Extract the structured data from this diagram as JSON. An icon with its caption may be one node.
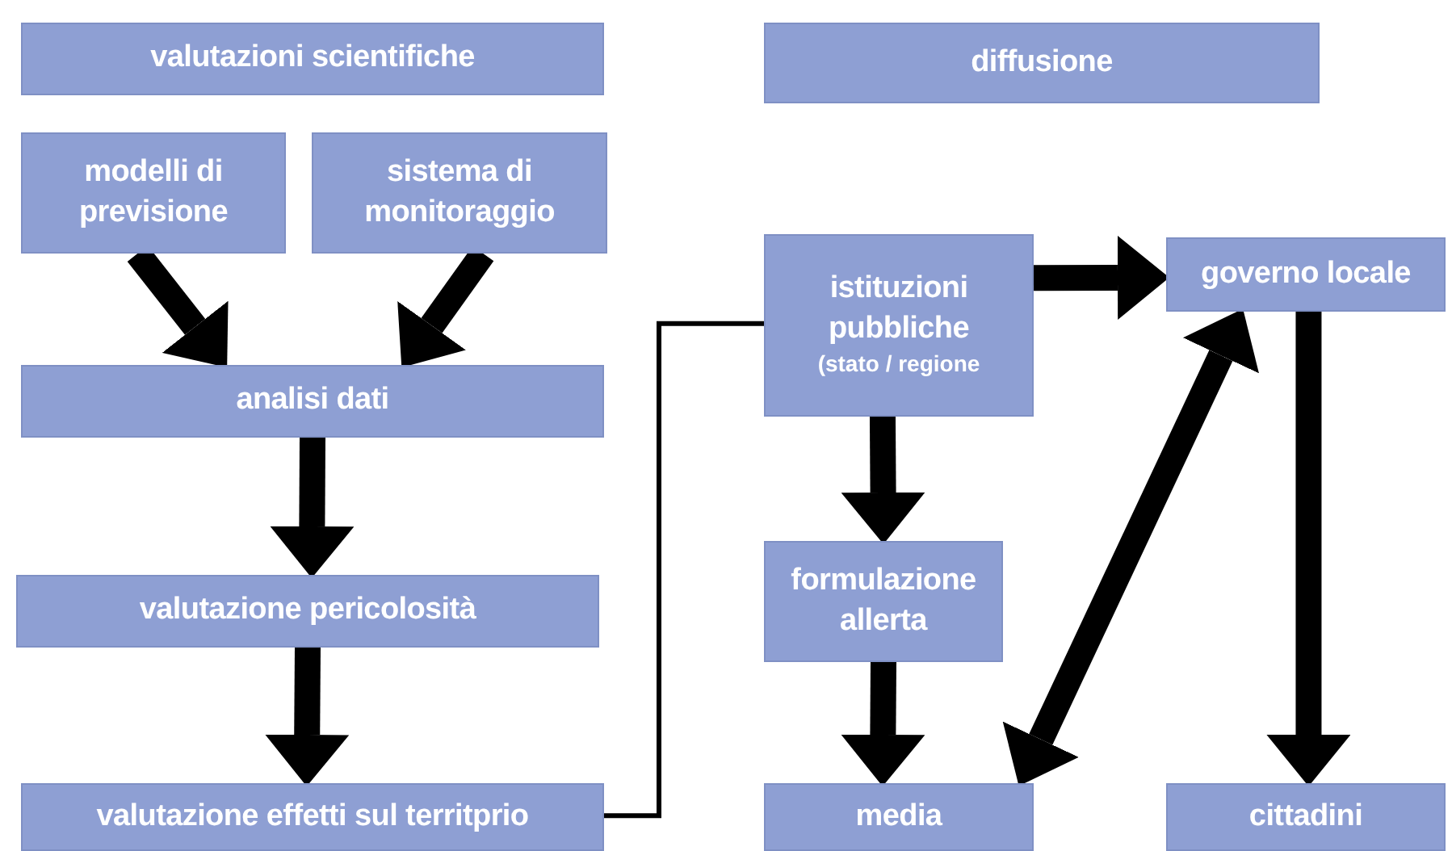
{
  "diagram": {
    "nodes": [
      {
        "text": [
          "valutazioni scientifiche"
        ]
      },
      {
        "text": [
          "modelli di previsione"
        ]
      },
      {
        "text": [
          "sistema di monitoraggio"
        ]
      },
      {
        "text": [
          "analisi dati"
        ]
      },
      {
        "text": [
          "valutazione pericolosità"
        ]
      },
      {
        "text": [
          "valutazione effetti sul territprio"
        ]
      },
      {
        "text": [
          "diffusione"
        ]
      },
      {
        "text": [
          "istituzioni pubbliche",
          "(stato / regione"
        ]
      },
      {
        "text": [
          "governo locale"
        ]
      },
      {
        "text": [
          "formulazione allerta"
        ]
      },
      {
        "text": [
          "media"
        ]
      },
      {
        "text": [
          "cittadini"
        ]
      }
    ],
    "edges": [
      {
        "from": 1,
        "to": 3,
        "arrow": "to"
      },
      {
        "from": 2,
        "to": 3,
        "arrow": "to"
      },
      {
        "from": 3,
        "to": 4,
        "arrow": "to"
      },
      {
        "from": 4,
        "to": 5,
        "arrow": "to"
      },
      {
        "from": 5,
        "to": 7,
        "arrow": "none"
      },
      {
        "from": 7,
        "to": 8,
        "arrow": "to"
      },
      {
        "from": 7,
        "to": 9,
        "arrow": "to"
      },
      {
        "from": 9,
        "to": 10,
        "arrow": "to"
      },
      {
        "from": 10,
        "to": 8,
        "arrow": "both"
      },
      {
        "from": 8,
        "to": 11,
        "arrow": "to"
      }
    ]
  }
}
